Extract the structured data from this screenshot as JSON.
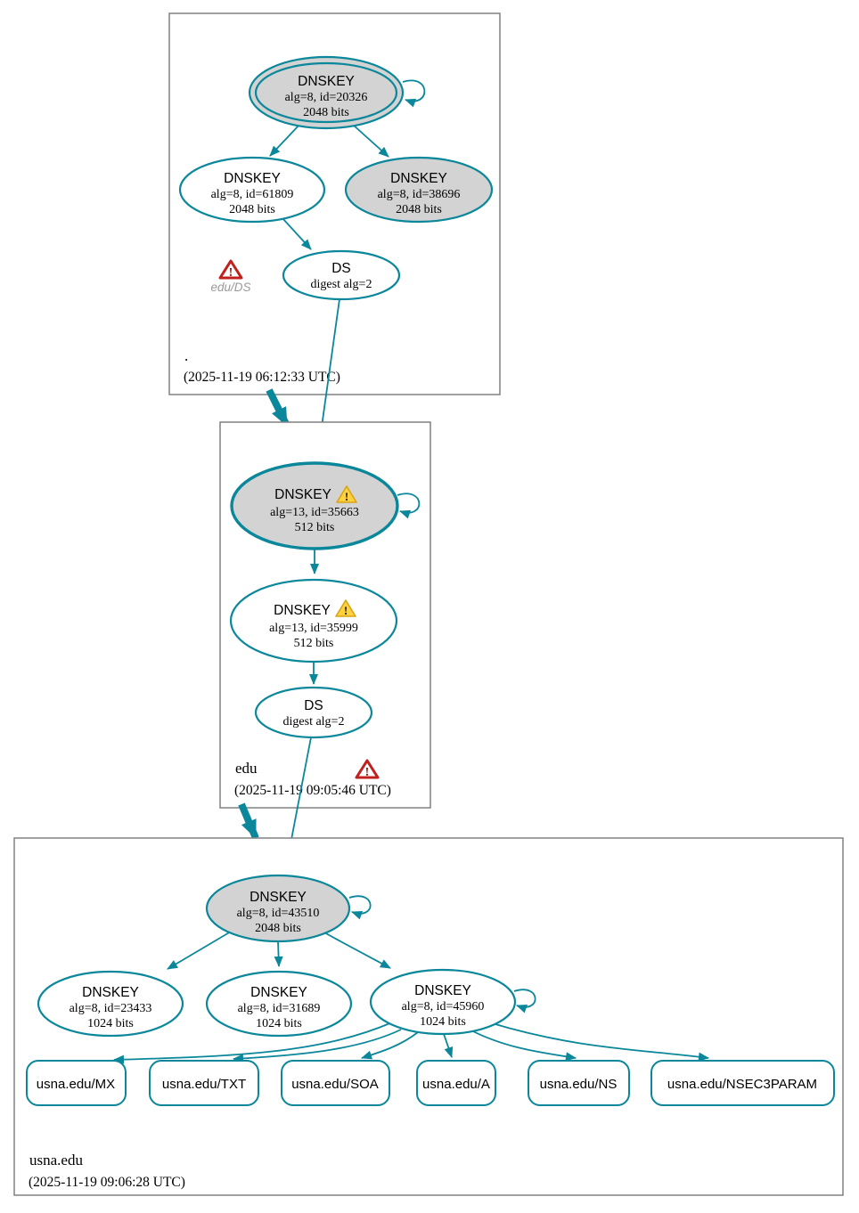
{
  "colors": {
    "edge": "#0a879a",
    "sep_key_fill": "#d3d3d3",
    "zone_border": "#808080",
    "warning_yellow": "#ffd13f",
    "error_red": "#c0201e"
  },
  "icons": {
    "warning": "warning-triangle-icon",
    "error": "error-triangle-icon"
  },
  "zones": {
    "root": {
      "label": ".",
      "timestamp": "(2025-11-19 06:12:33 UTC)",
      "error_label": "edu/DS",
      "keys": [
        {
          "title": "DNSKEY",
          "alg": "alg=8, id=20326",
          "bits": "2048 bits"
        },
        {
          "title": "DNSKEY",
          "alg": "alg=8, id=61809",
          "bits": "2048 bits"
        },
        {
          "title": "DNSKEY",
          "alg": "alg=8, id=38696",
          "bits": "2048 bits"
        }
      ],
      "ds": {
        "title": "DS",
        "detail": "digest alg=2"
      }
    },
    "edu": {
      "label": "edu",
      "timestamp": "(2025-11-19 09:05:46 UTC)",
      "keys": [
        {
          "title": "DNSKEY",
          "alg": "alg=13, id=35663",
          "bits": "512 bits"
        },
        {
          "title": "DNSKEY",
          "alg": "alg=13, id=35999",
          "bits": "512 bits"
        }
      ],
      "ds": {
        "title": "DS",
        "detail": "digest alg=2"
      }
    },
    "usna": {
      "label": "usna.edu",
      "timestamp": "(2025-11-19 09:06:28 UTC)",
      "keys": [
        {
          "title": "DNSKEY",
          "alg": "alg=8, id=43510",
          "bits": "2048 bits"
        },
        {
          "title": "DNSKEY",
          "alg": "alg=8, id=23433",
          "bits": "1024 bits"
        },
        {
          "title": "DNSKEY",
          "alg": "alg=8, id=31689",
          "bits": "1024 bits"
        },
        {
          "title": "DNSKEY",
          "alg": "alg=8, id=45960",
          "bits": "1024 bits"
        }
      ],
      "rrsets": [
        {
          "label": "usna.edu/MX"
        },
        {
          "label": "usna.edu/TXT"
        },
        {
          "label": "usna.edu/SOA"
        },
        {
          "label": "usna.edu/A"
        },
        {
          "label": "usna.edu/NS"
        },
        {
          "label": "usna.edu/NSEC3PARAM"
        }
      ]
    }
  }
}
